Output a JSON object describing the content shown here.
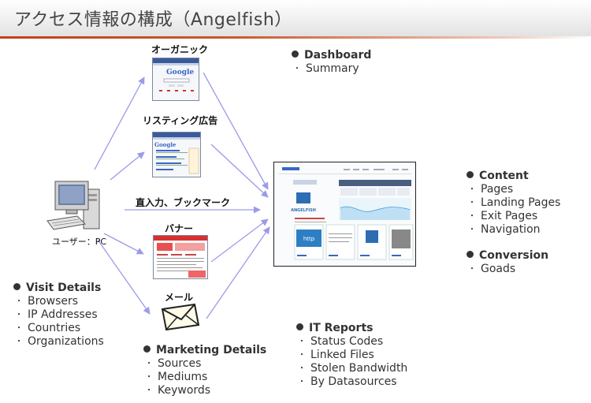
{
  "title": "アクセス情報の構成（Angelfish）",
  "sources": {
    "organic": "オーガニック",
    "listing": "リスティング広告",
    "direct": "直入力、ブックマーク",
    "banner": "バナー",
    "mail": "メール",
    "user": "ユーザー：PC"
  },
  "mock_google": "Google",
  "mock_brand": "ANGELFISH",
  "mock_http": "http",
  "sections": {
    "dashboard": {
      "title": "Dashboard",
      "items": [
        "Summary"
      ]
    },
    "content": {
      "title": "Content",
      "items": [
        "Pages",
        "Landing Pages",
        "Exit Pages",
        "Navigation"
      ]
    },
    "conversion": {
      "title": "Conversion",
      "items": [
        "Goads"
      ]
    },
    "visit": {
      "title": "Visit Details",
      "items": [
        "Browsers",
        "IP Addresses",
        "Countries",
        "Organizations"
      ]
    },
    "marketing": {
      "title": "Marketing Details",
      "items": [
        "Sources",
        "Mediums",
        "Keywords"
      ]
    },
    "it": {
      "title": "IT Reports",
      "items": [
        "Status Codes",
        "Linked Files",
        "Stolen Bandwidth",
        "By Datasources"
      ]
    }
  },
  "colors": {
    "arrow": "#9b9be8",
    "accent": "#c2401f"
  }
}
